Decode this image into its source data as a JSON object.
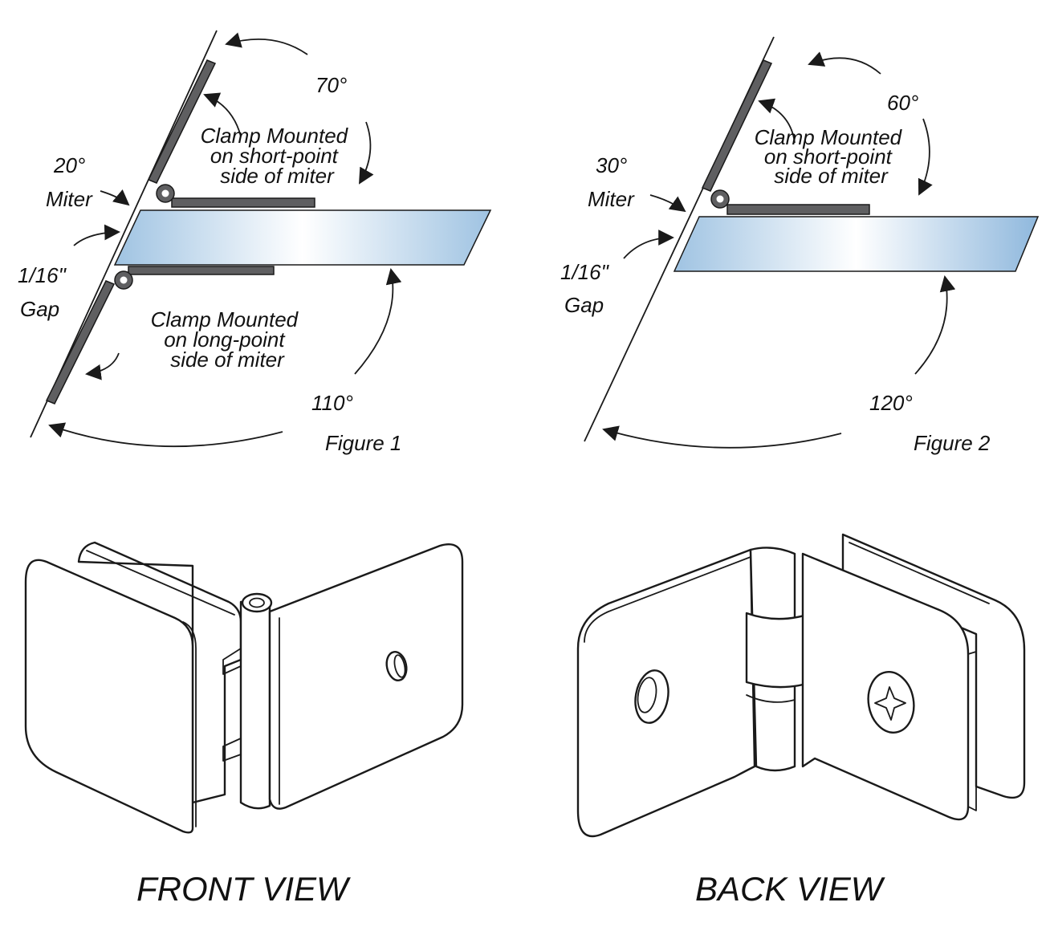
{
  "figure1": {
    "angle_top": "70°",
    "miter_angle": "20°",
    "miter_label": "Miter",
    "gap_size": "1/16\"",
    "gap_label": "Gap",
    "clamp_short_lines": [
      "Clamp Mounted",
      "on short-point",
      "side of miter"
    ],
    "clamp_long_lines": [
      "Clamp Mounted",
      "on long-point",
      "side of miter"
    ],
    "angle_bottom": "110°",
    "caption": "Figure 1"
  },
  "figure2": {
    "angle_top": "60°",
    "miter_angle": "30°",
    "miter_label": "Miter",
    "gap_size": "1/16\"",
    "gap_label": "Gap",
    "clamp_short_lines": [
      "Clamp Mounted",
      "on short-point",
      "side of miter"
    ],
    "angle_bottom": "120°",
    "caption": "Figure 2"
  },
  "views": {
    "front_label": "FRONT VIEW",
    "back_label": "BACK VIEW"
  },
  "colors": {
    "glass_edge": "#9fc3e2",
    "glass_highlight": "#ffffff",
    "clamp_gray": "#5f5f61",
    "ink": "#1a1a1a"
  }
}
